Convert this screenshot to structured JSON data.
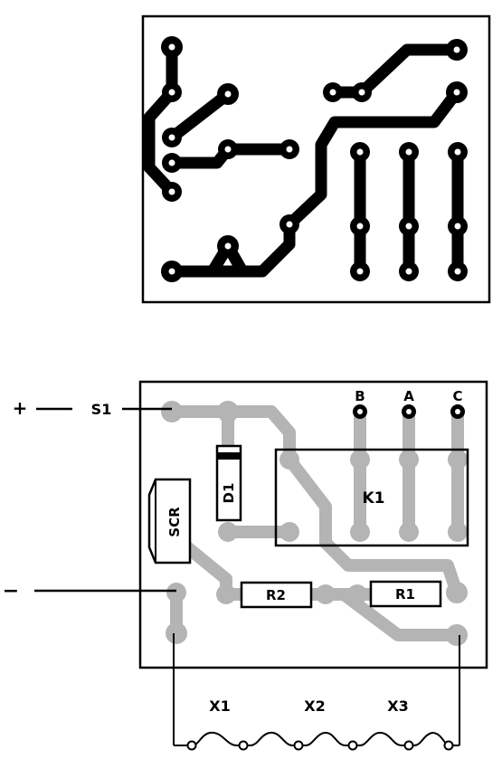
{
  "labels": {
    "s1": "S1",
    "plus": "+",
    "minus": "−",
    "terminal_b": "B",
    "terminal_a": "A",
    "terminal_c": "C",
    "relay": "K1",
    "diode": "D1",
    "scr": "SCR",
    "resistor_2": "R2",
    "resistor_1": "R1",
    "sensor_1": "X1",
    "sensor_2": "X2",
    "sensor_3": "X3"
  },
  "colors": {
    "ink": "#000000",
    "paper": "#ffffff",
    "copper_trace_top": "#000000",
    "copper_trace_bottom": "#b4b4b4",
    "component_fill": "#ffffff"
  },
  "icons": {
    "pad": "round-pad",
    "diode_band": "cathode-band",
    "sensor_wire": "looped-wire"
  }
}
